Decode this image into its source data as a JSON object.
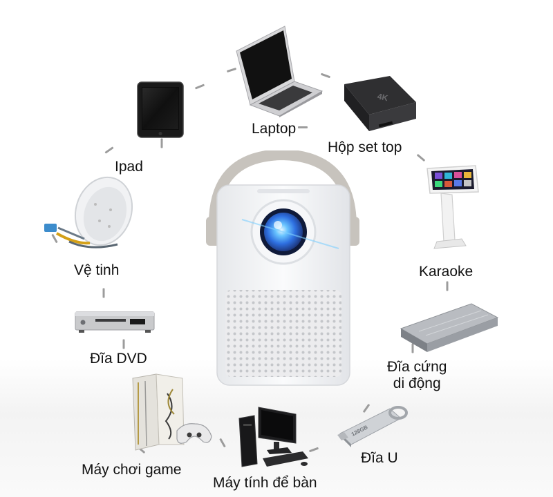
{
  "labels": {
    "laptop": "Laptop",
    "ipad": "Ipad",
    "settop": "Hộp set top",
    "satellite": "Vệ tinh",
    "karaoke": "Karaoke",
    "dvd": "Đĩa DVD",
    "hdd_line1": "Đĩa cứng",
    "hdd_line2": "di động",
    "game": "Máy chơi game",
    "desktop": "Máy tính để bàn",
    "usb": "Đĩa U"
  },
  "printed_marks": {
    "settop_badge": "4K",
    "usb_capacity": "128GB"
  },
  "colors": {
    "background": "#ffffff",
    "projector_body": "#f4f5f7",
    "projector_handle": "#c7c3bd",
    "lens_glow": "#3fa9ff",
    "connector_dash": "#9c9c9c"
  }
}
